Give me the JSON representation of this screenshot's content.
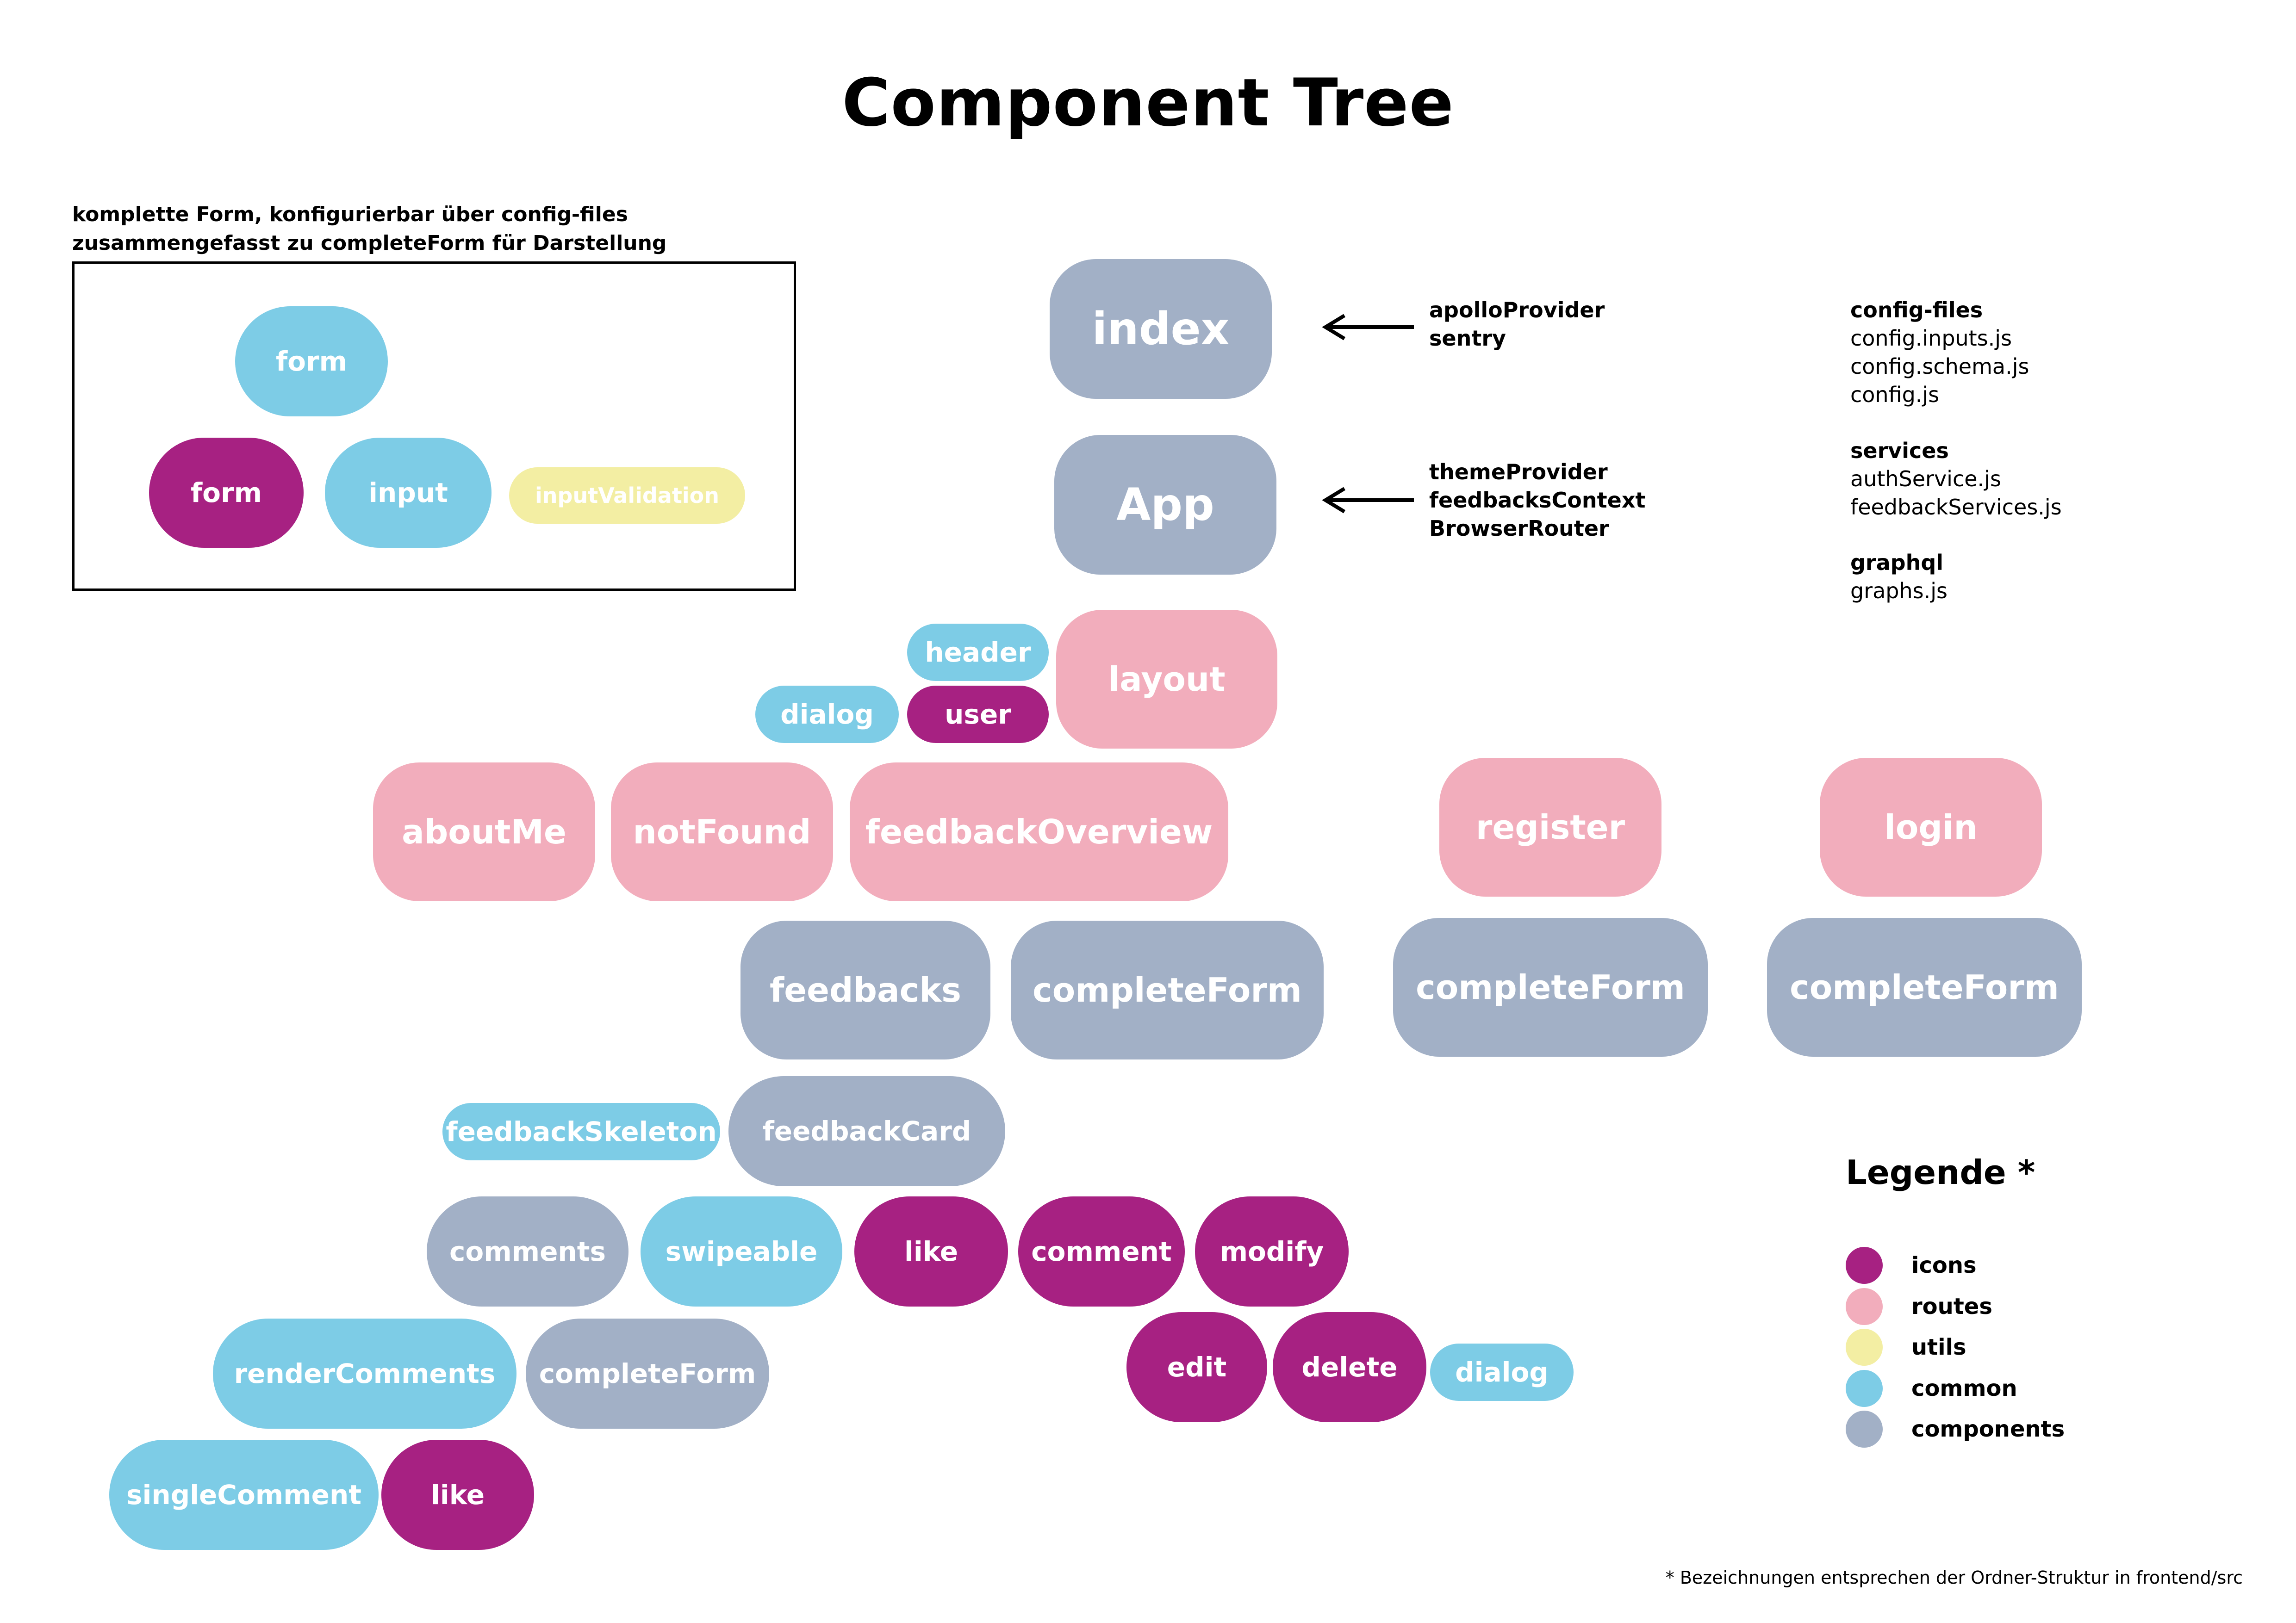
{
  "title": "Component Tree",
  "form_box": {
    "caption_lines": [
      "komplette Form, konfigurierbar über config-files",
      "zusammengefasst zu completeForm für Darstellung"
    ],
    "nodes": [
      {
        "id": "box-form-common",
        "label": "form",
        "category": "common"
      },
      {
        "id": "box-form-icon",
        "label": "form",
        "category": "icons"
      },
      {
        "id": "box-input",
        "label": "input",
        "category": "common"
      },
      {
        "id": "box-inputvalidation",
        "label": "inputValidation",
        "category": "utils"
      }
    ]
  },
  "tree_nodes": [
    {
      "id": "index",
      "label": "index",
      "category": "components"
    },
    {
      "id": "app",
      "label": "App",
      "category": "components"
    },
    {
      "id": "header",
      "label": "header",
      "category": "common"
    },
    {
      "id": "layout",
      "label": "layout",
      "category": "routes"
    },
    {
      "id": "dialog-top",
      "label": "dialog",
      "category": "common"
    },
    {
      "id": "user",
      "label": "user",
      "category": "icons"
    },
    {
      "id": "aboutme",
      "label": "aboutMe",
      "category": "routes"
    },
    {
      "id": "notfound",
      "label": "notFound",
      "category": "routes"
    },
    {
      "id": "feedbackoverview",
      "label": "feedbackOverview",
      "category": "routes"
    },
    {
      "id": "register",
      "label": "register",
      "category": "routes"
    },
    {
      "id": "login",
      "label": "login",
      "category": "routes"
    },
    {
      "id": "feedbacks",
      "label": "feedbacks",
      "category": "components"
    },
    {
      "id": "completeform-1",
      "label": "completeForm",
      "category": "components"
    },
    {
      "id": "completeform-2",
      "label": "completeForm",
      "category": "components"
    },
    {
      "id": "completeform-3",
      "label": "completeForm",
      "category": "components"
    },
    {
      "id": "feedbackskeleton",
      "label": "feedbackSkeleton",
      "category": "common"
    },
    {
      "id": "feedbackcard",
      "label": "feedbackCard",
      "category": "components"
    },
    {
      "id": "comments",
      "label": "comments",
      "category": "components"
    },
    {
      "id": "swipeable",
      "label": "swipeable",
      "category": "common"
    },
    {
      "id": "like-1",
      "label": "like",
      "category": "icons"
    },
    {
      "id": "comment",
      "label": "comment",
      "category": "icons"
    },
    {
      "id": "modify",
      "label": "modify",
      "category": "icons"
    },
    {
      "id": "rendercomments",
      "label": "renderComments",
      "category": "common"
    },
    {
      "id": "completeform-4",
      "label": "completeForm",
      "category": "components"
    },
    {
      "id": "edit",
      "label": "edit",
      "category": "icons"
    },
    {
      "id": "delete",
      "label": "delete",
      "category": "icons"
    },
    {
      "id": "dialog-bottom",
      "label": "dialog",
      "category": "common"
    },
    {
      "id": "singlecomment",
      "label": "singleComment",
      "category": "common"
    },
    {
      "id": "like-2",
      "label": "like",
      "category": "icons"
    }
  ],
  "annotations": {
    "index": [
      "apolloProvider",
      "sentry"
    ],
    "app": [
      "themeProvider",
      "feedbacksContext",
      "BrowserRouter"
    ]
  },
  "file_groups": [
    {
      "heading": "config-files",
      "files": [
        "config.inputs.js",
        "config.schema.js",
        "config.js"
      ]
    },
    {
      "heading": "services",
      "files": [
        "authService.js",
        "feedbackServices.js"
      ]
    },
    {
      "heading": "graphql",
      "files": [
        "graphs.js"
      ]
    }
  ],
  "legend": {
    "title": "Legende *",
    "items": [
      {
        "label": "icons",
        "category": "icons"
      },
      {
        "label": "routes",
        "category": "routes"
      },
      {
        "label": "utils",
        "category": "utils"
      },
      {
        "label": "common",
        "category": "common"
      },
      {
        "label": "components",
        "category": "components"
      }
    ]
  },
  "colors": {
    "icons": "#a72182",
    "routes": "#f2adbc",
    "utils": "#f3eea3",
    "common": "#7dcce6",
    "components": "#a2b0c6"
  },
  "footnote": "* Bezeichnungen entsprechen der Ordner-Struktur in frontend/src"
}
